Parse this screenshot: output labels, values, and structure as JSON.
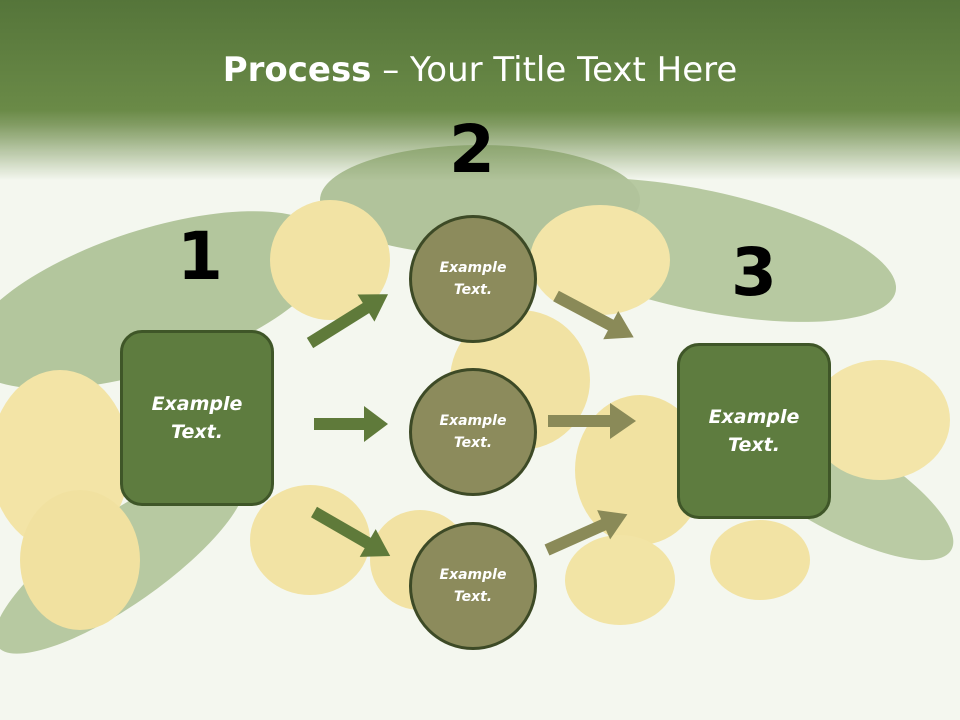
{
  "title": {
    "bold": "Process",
    "rest": " – Your Title Text Here"
  },
  "numbers": {
    "one": "1",
    "two": "2",
    "three": "3"
  },
  "boxes": {
    "left": "Example\nText.",
    "right": "Example\nText."
  },
  "circles": [
    {
      "label": "Example\nText."
    },
    {
      "label": "Example\nText."
    },
    {
      "label": "Example\nText."
    }
  ],
  "colors": {
    "header_green": "#5f7f3e",
    "box_fill": "#5e7c3f",
    "circle_fill": "#8c8b5c",
    "arrow_left": "#5f7a3a",
    "arrow_right": "#8a8a58"
  }
}
